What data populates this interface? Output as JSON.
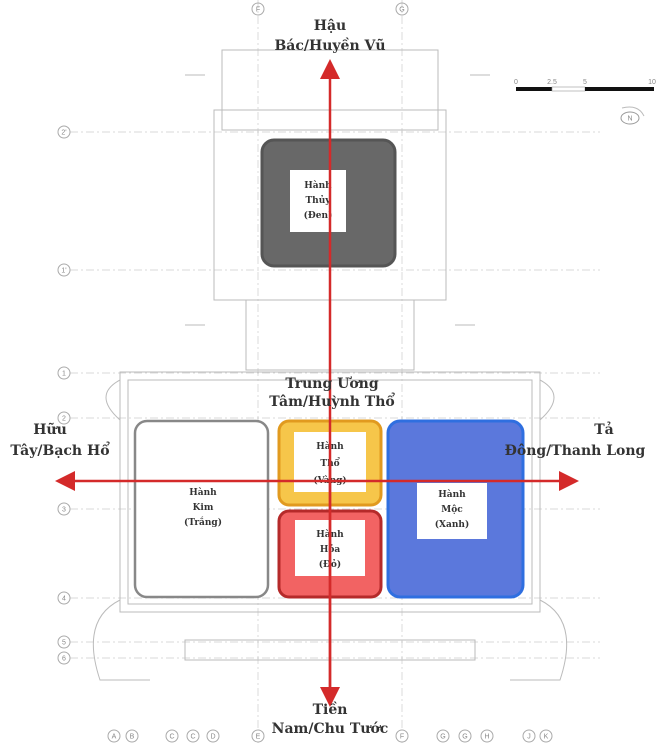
{
  "directions": {
    "north": {
      "line1": "Hậu",
      "line2": "Bác/Huyền Vũ"
    },
    "center": {
      "line1": "Trung  Ương",
      "line2": "Tâm/Huỳnh  Thổ"
    },
    "west": {
      "line1": "Hữu",
      "line2": "Tây/Bạch Hổ"
    },
    "east": {
      "line1": "Tả",
      "line2": "Đông/Thanh  Long"
    },
    "south": {
      "line1": "Tiền",
      "line2": "Nam/Chu Tước"
    }
  },
  "elements": {
    "thuy": {
      "l1": "Hành",
      "l2": "Thủy",
      "l3": "(Đen)",
      "color": "#686868"
    },
    "kim": {
      "l1": "Hành",
      "l2": "Kim",
      "l3": "(Trắng)",
      "color": "#ffffff"
    },
    "tho": {
      "l1": "Hành",
      "l2": "Thổ",
      "l3": "(Vàng)",
      "color": "#f6c64a"
    },
    "hoa": {
      "l1": "Hành",
      "l2": "Hỏa",
      "l3": "(Đỏ)",
      "color": "#f26363"
    },
    "moc": {
      "l1": "Hành",
      "l2": "Mộc",
      "l3": "(Xanh)",
      "color": "#5b78dc"
    }
  },
  "axis_color": "#d42a2a",
  "scale": {
    "ticks": [
      "0",
      "2.5",
      "5",
      "10"
    ]
  },
  "north_arrow": "N",
  "grid": {
    "top_cols": [
      "F",
      "G"
    ],
    "rows": [
      "2'",
      "1'",
      "1",
      "2",
      "3",
      "4",
      "5",
      "6"
    ],
    "bottom_cols": [
      "A",
      "B",
      "C",
      "C",
      "D",
      "E",
      "F",
      "G",
      "G",
      "H",
      "J",
      "K"
    ]
  }
}
